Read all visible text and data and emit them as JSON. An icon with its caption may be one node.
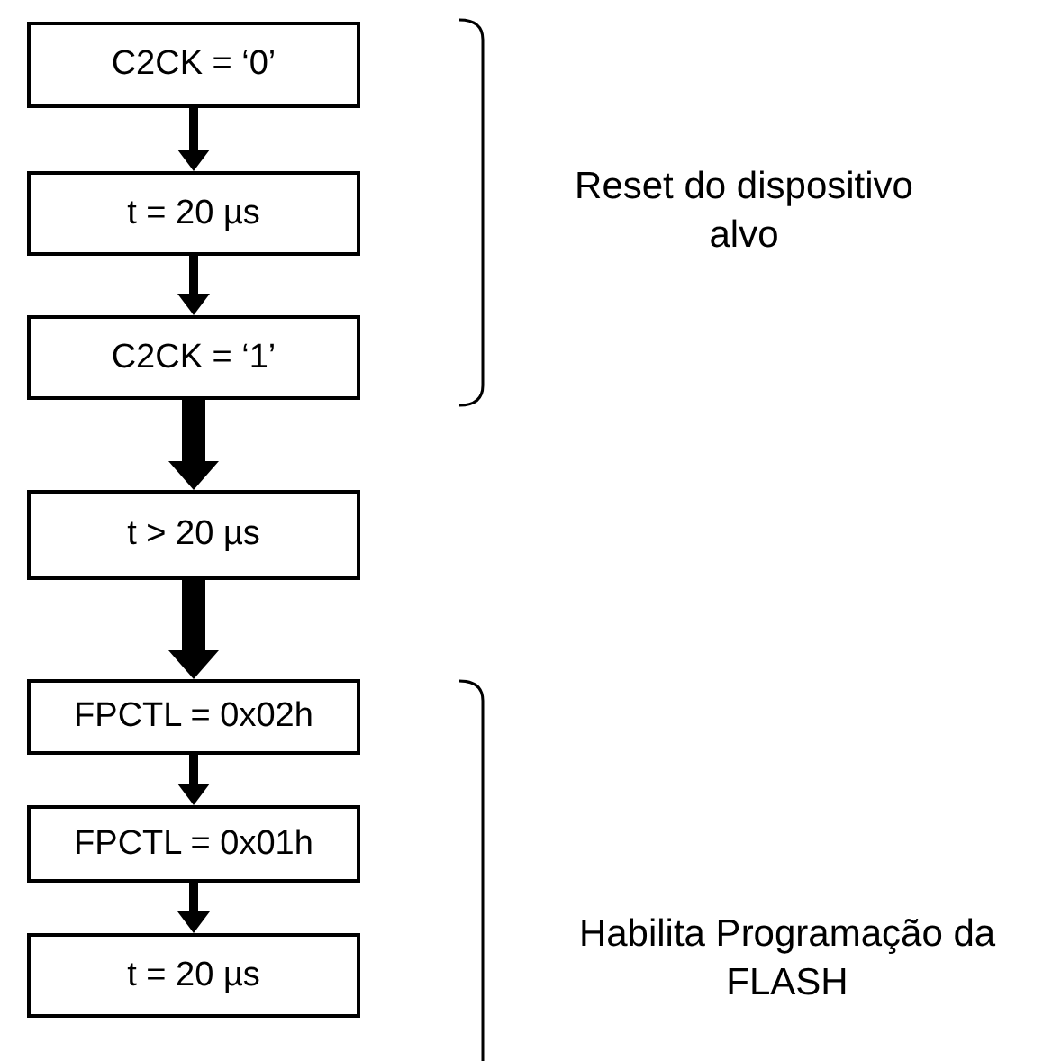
{
  "diagram": {
    "nodes": [
      {
        "text": [
          "C2CK = ‘0’"
        ]
      },
      {
        "text": [
          "t = 20 µs"
        ]
      },
      {
        "text": [
          "C2CK = ‘1’"
        ]
      },
      {
        "text": [
          "t > 20 µs"
        ]
      },
      {
        "text": [
          "FPCTL = 0x02h"
        ]
      },
      {
        "text": [
          "FPCTL = 0x01h"
        ]
      },
      {
        "text": [
          "t = 20 µs"
        ]
      }
    ],
    "edges": [
      {
        "from": 0,
        "to": 1,
        "arrow": "to"
      },
      {
        "from": 1,
        "to": 2,
        "arrow": "to"
      },
      {
        "from": 2,
        "to": 3,
        "arrow": "to",
        "style": "thick"
      },
      {
        "from": 3,
        "to": 4,
        "arrow": "to",
        "style": "thick"
      },
      {
        "from": 4,
        "to": 5,
        "arrow": "to"
      },
      {
        "from": 5,
        "to": 6,
        "arrow": "to"
      }
    ],
    "labels": [
      "Reset do dispositivo alvo",
      "Habilita Programação da FLASH"
    ]
  }
}
